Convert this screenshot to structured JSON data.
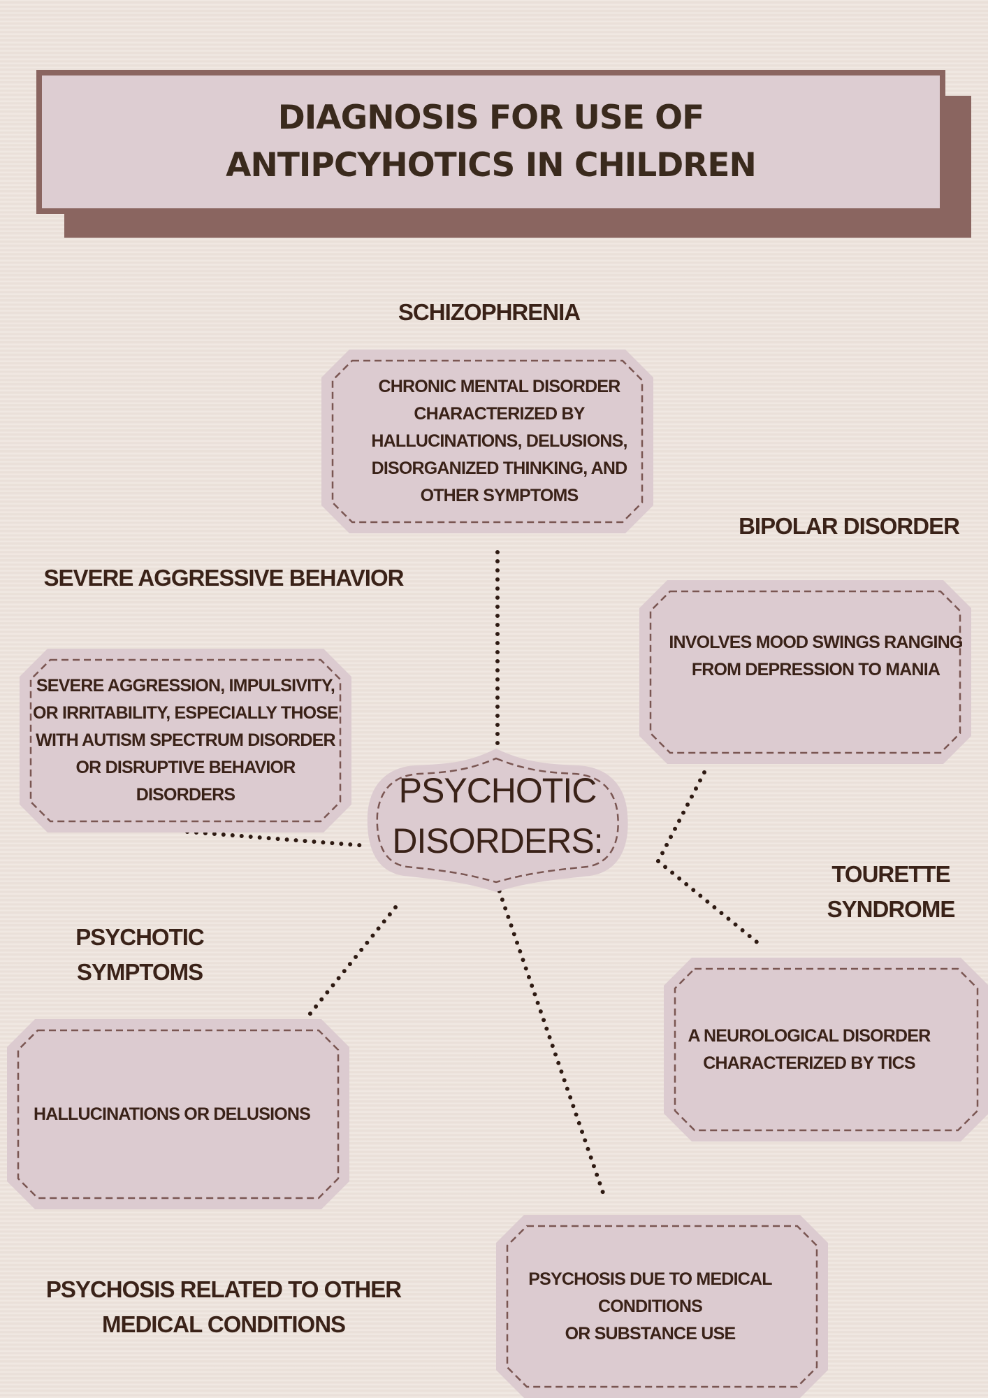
{
  "title": {
    "line1": "DIAGNOSIS FOR USE OF",
    "line2": "ANTIPCYHOTICS IN CHILDREN"
  },
  "center": {
    "line1": "PSYCHOTIC",
    "line2": "DISORDERS:"
  },
  "schizophrenia": {
    "heading": "SCHIZOPHRENIA",
    "lines": [
      "CHRONIC MENTAL DISORDER",
      "CHARACTERIZED BY",
      "HALLUCINATIONS, DELUSIONS,",
      "DISORGANIZED THINKING, AND",
      "OTHER SYMPTOMS"
    ]
  },
  "bipolar": {
    "heading": "BIPOLAR DISORDER",
    "lines": [
      "INVOLVES MOOD SWINGS RANGING",
      "FROM DEPRESSION TO MANIA"
    ]
  },
  "aggressive": {
    "heading": "SEVERE AGGRESSIVE BEHAVIOR",
    "lines": [
      "SEVERE AGGRESSION, IMPULSIVITY,",
      "OR IRRITABILITY, ESPECIALLY THOSE",
      "WITH AUTISM SPECTRUM DISORDER",
      "OR DISRUPTIVE BEHAVIOR",
      "DISORDERS"
    ]
  },
  "tourette": {
    "heading_line1": "TOURETTE",
    "heading_line2": "SYNDROME",
    "lines": [
      "A NEUROLOGICAL DISORDER",
      "CHARACTERIZED BY TICS"
    ]
  },
  "psychotic_symptoms": {
    "heading_line1": "PSYCHOTIC",
    "heading_line2": "SYMPTOMS",
    "lines": [
      "HALLUCINATIONS OR DELUSIONS"
    ]
  },
  "medical": {
    "heading_line1": "PSYCHOSIS RELATED TO OTHER",
    "heading_line2": "MEDICAL CONDITIONS",
    "lines": [
      "PSYCHOSIS DUE TO MEDICAL",
      "CONDITIONS",
      "OR SUBSTANCE USE"
    ]
  },
  "colors": {
    "background": "#ede3dc",
    "node_fill": "#dccbd0",
    "accent": "#8a6560",
    "text": "#3a2218"
  }
}
